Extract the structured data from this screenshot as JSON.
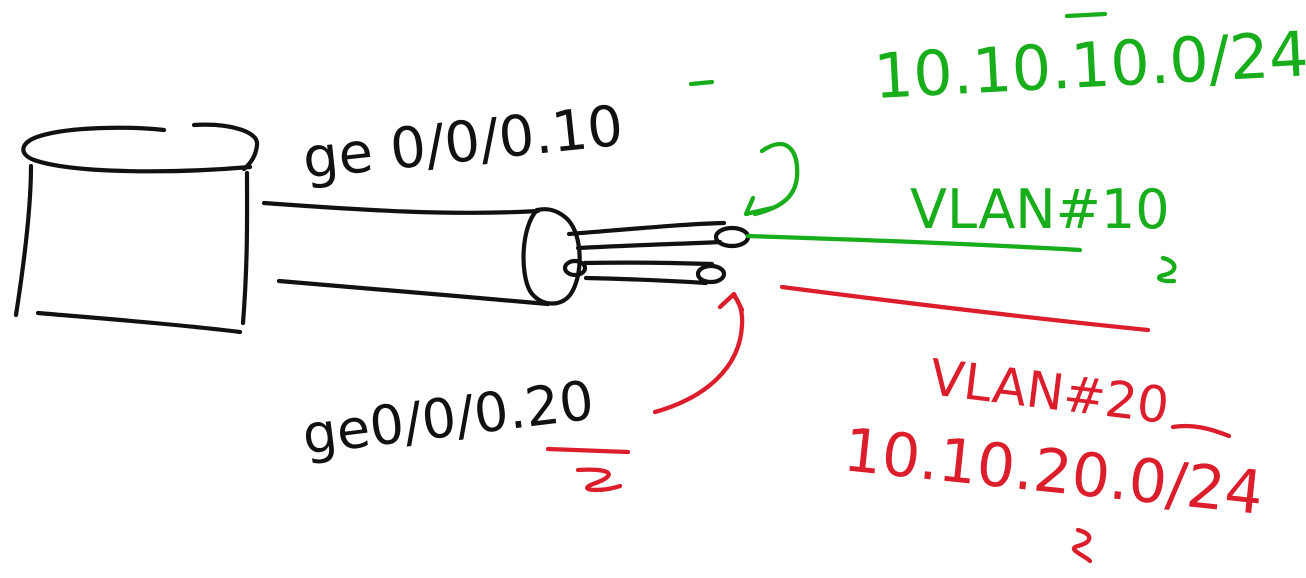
{
  "diagram": {
    "colors": {
      "black": "#111111",
      "green": "#18ad1a",
      "red": "#db1d2c"
    },
    "labels": {
      "ge_10": "ge 0/0/0.10",
      "ge_20": "ge0/0/0.20",
      "vlan_10": "VLAN#10",
      "vlan_20": "VLAN#20",
      "subnet_10": "10.10.10.0/24",
      "subnet_20": "10.10.20.0/24"
    }
  }
}
